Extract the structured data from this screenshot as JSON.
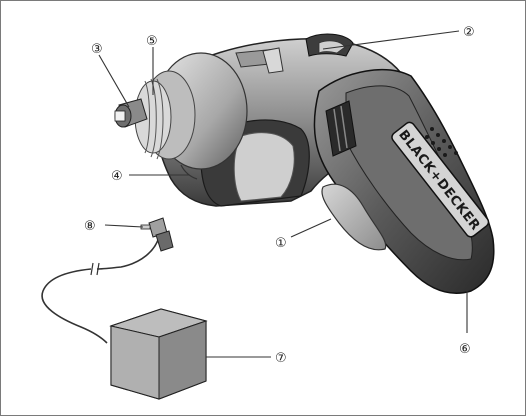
{
  "figure": {
    "brand": "BLACK+DECKER",
    "callouts": [
      {
        "id": "1",
        "symbol": "①"
      },
      {
        "id": "2",
        "symbol": "②"
      },
      {
        "id": "3",
        "symbol": "③"
      },
      {
        "id": "4",
        "symbol": "④"
      },
      {
        "id": "5",
        "symbol": "⑤"
      },
      {
        "id": "6",
        "symbol": "⑥"
      },
      {
        "id": "7",
        "symbol": "⑦"
      },
      {
        "id": "8",
        "symbol": "⑧"
      }
    ]
  },
  "colors": {
    "body_dark": "#2b2b2b",
    "body_mid": "#7b7b7b",
    "body_light": "#b9b9b9",
    "trigger_grey": "#a7a7a7",
    "adapter_grey": "#8f8f8f",
    "frame": "#7a7a7a"
  }
}
